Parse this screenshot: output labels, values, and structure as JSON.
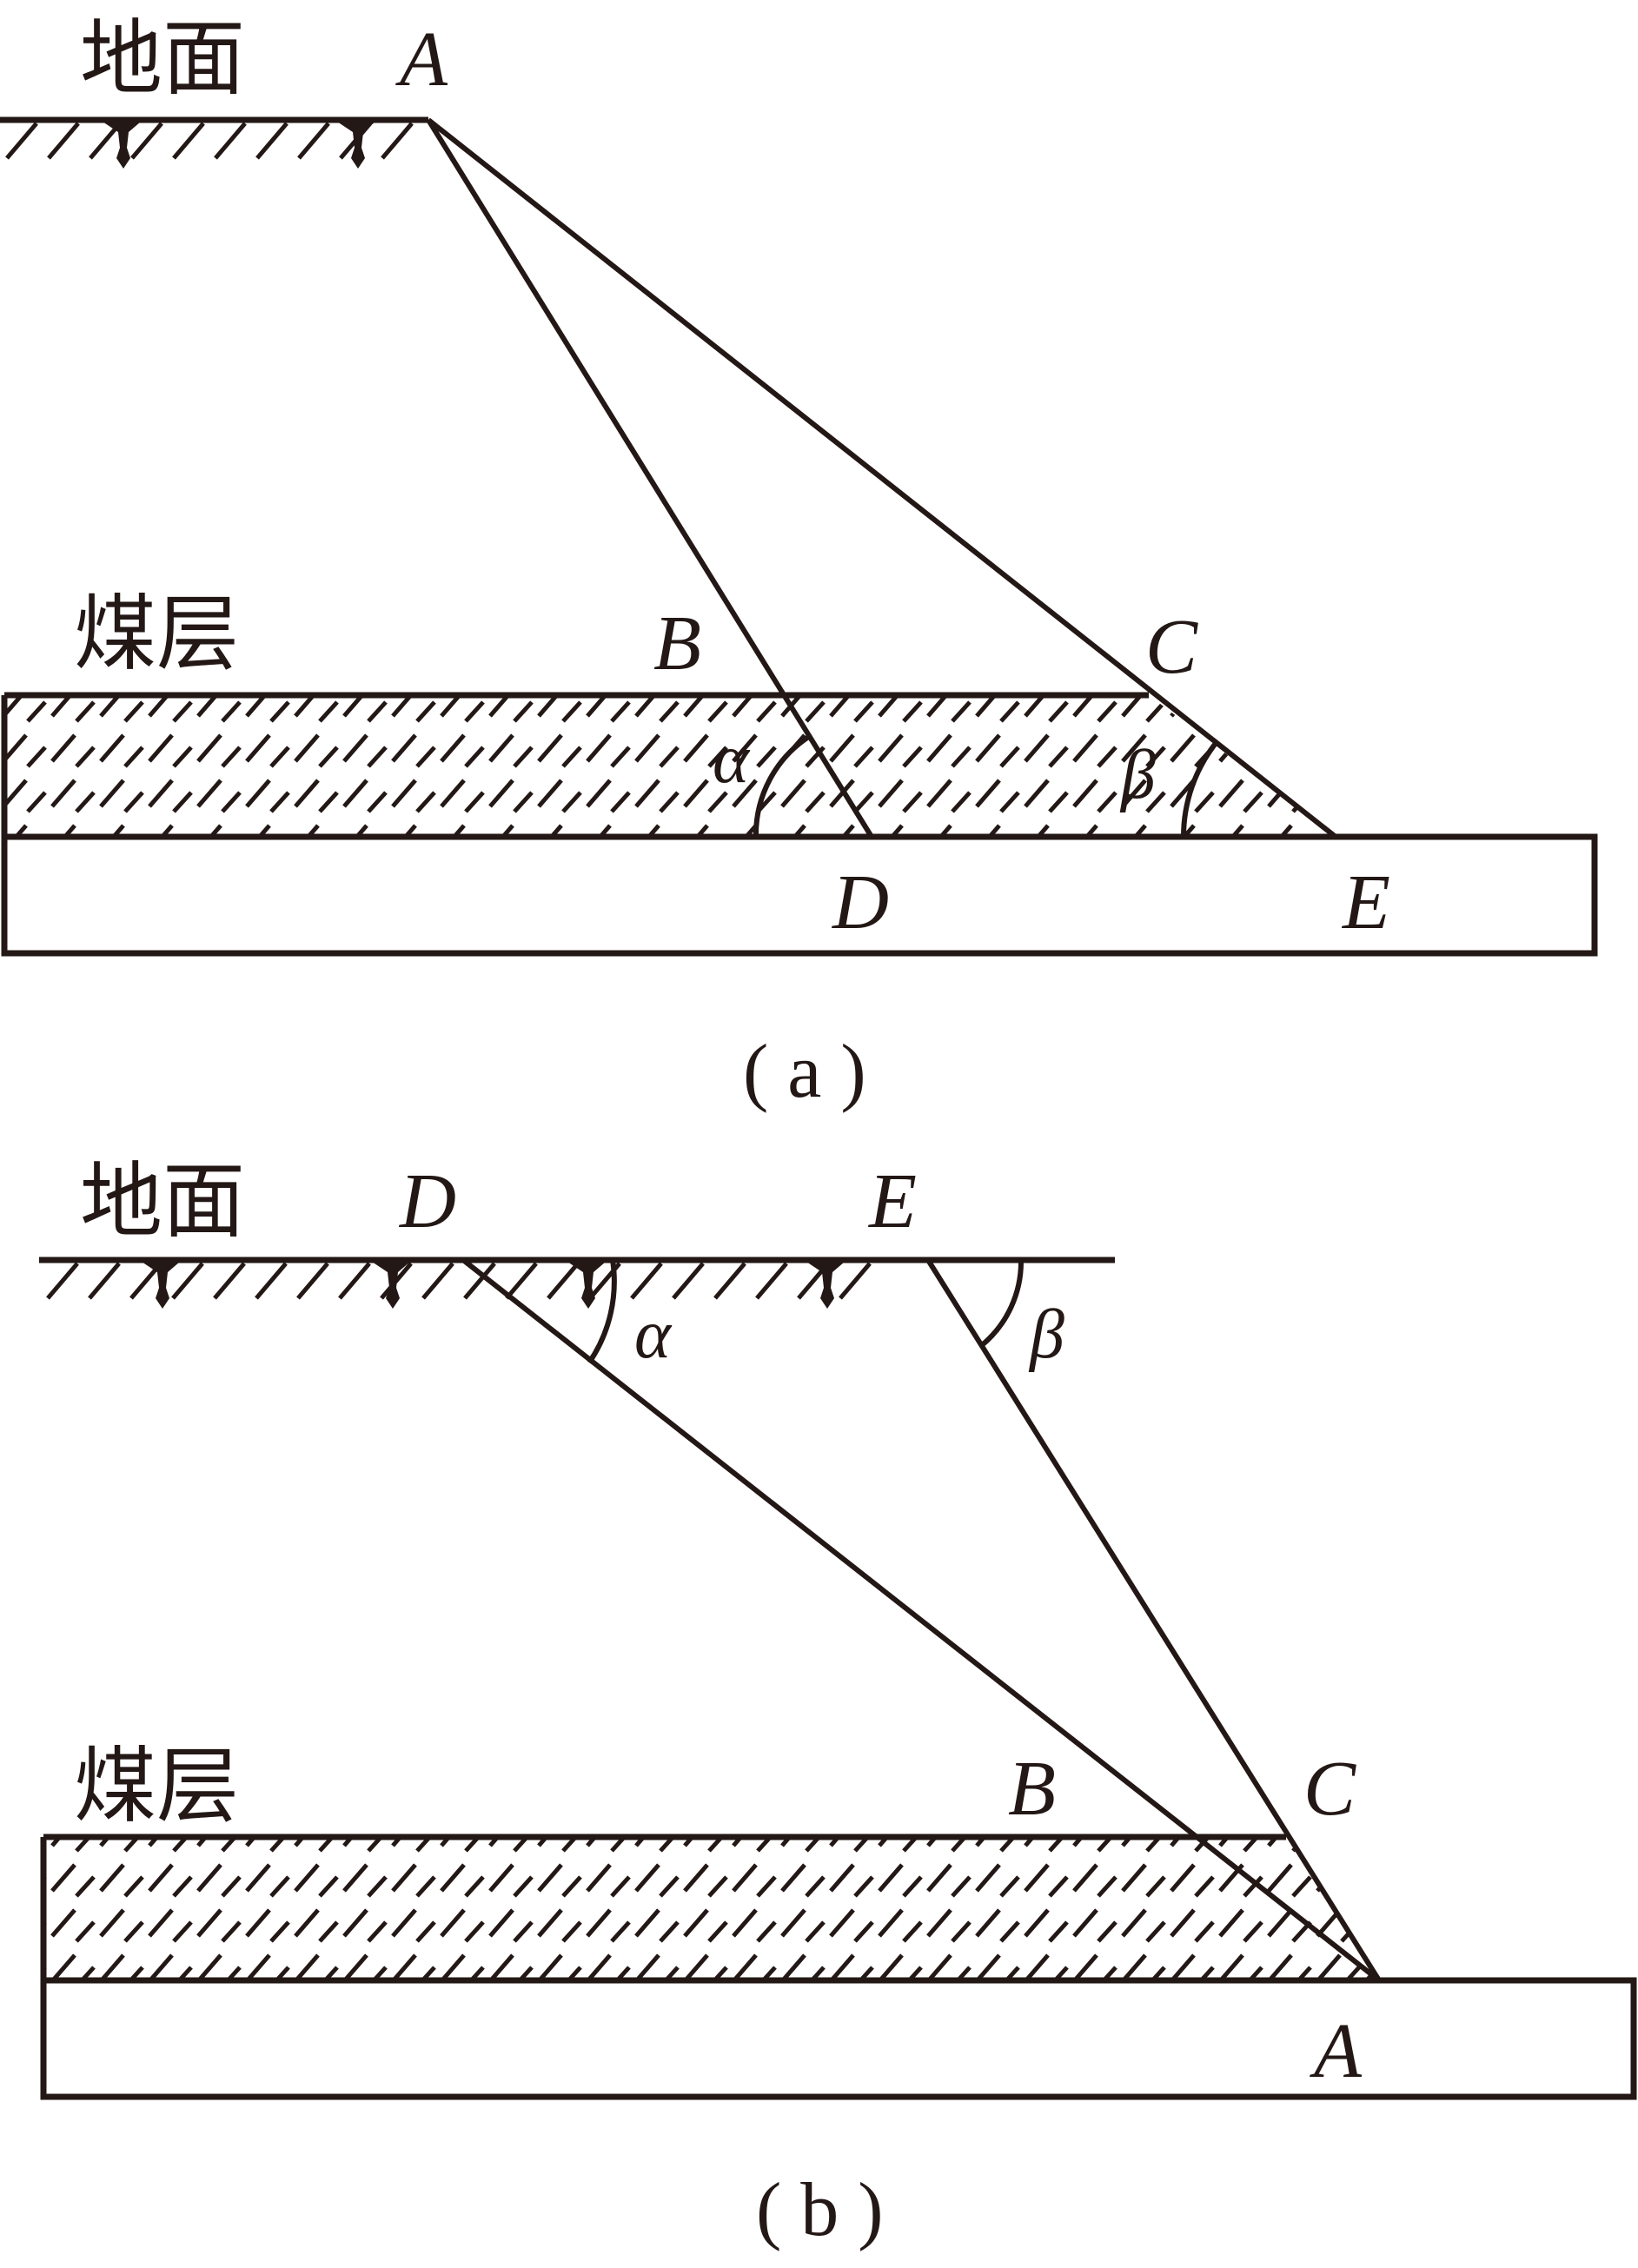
{
  "colors": {
    "ink": "#231815",
    "paper": "#ffffff"
  },
  "panel_a": {
    "ground_label": "地面",
    "seam_label": "煤层",
    "points": {
      "A": "A",
      "B": "B",
      "C": "C",
      "D": "D",
      "E": "E"
    },
    "angles": {
      "alpha": "α",
      "beta": "β"
    },
    "caption": "( a )"
  },
  "panel_b": {
    "ground_label": "地面",
    "seam_label": "煤层",
    "points": {
      "D": "D",
      "E": "E",
      "B": "B",
      "C": "C",
      "A": "A"
    },
    "angles": {
      "alpha": "α",
      "beta": "β"
    },
    "caption": "( b )"
  }
}
